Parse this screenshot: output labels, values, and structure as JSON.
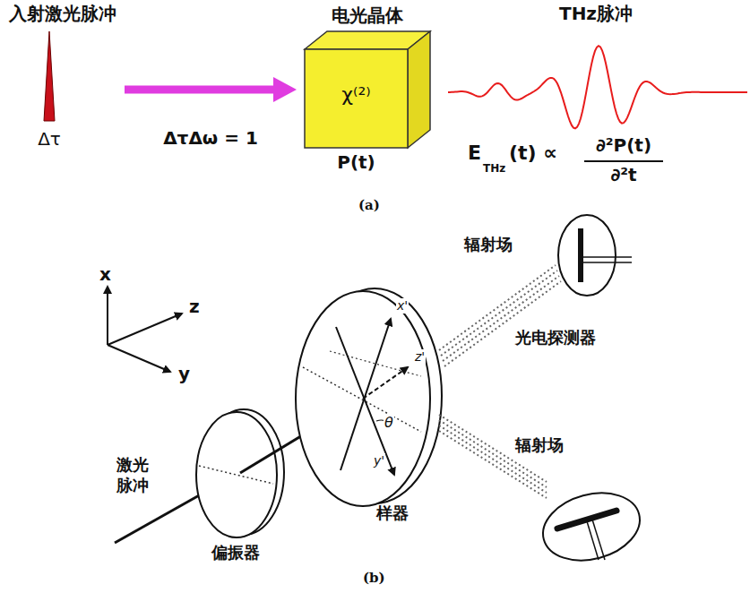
{
  "diagram": {
    "nodes": [
      {
        "text": [
          "入射激光脉冲",
          "Δτ"
        ]
      },
      {
        "text": [
          "电光晶体",
          "χ⁽²⁾",
          "P(t)"
        ]
      },
      {
        "text": [
          "THz脉冲"
        ]
      }
    ],
    "edges": [
      {
        "from": 0,
        "to": 1,
        "arrow": "to",
        "label": "ΔτΔω = 1"
      }
    ],
    "labels": [
      "E",
      "THz",
      "(t) ∝",
      "∂²P(t)",
      "∂²t",
      "(a)",
      "x",
      "z",
      "y",
      "辐射场",
      "光电探测器",
      "x'",
      "z'",
      "y'",
      "θ",
      "辐射场",
      "激光 脉冲",
      "偏振器",
      "样器",
      "(b)"
    ]
  }
}
